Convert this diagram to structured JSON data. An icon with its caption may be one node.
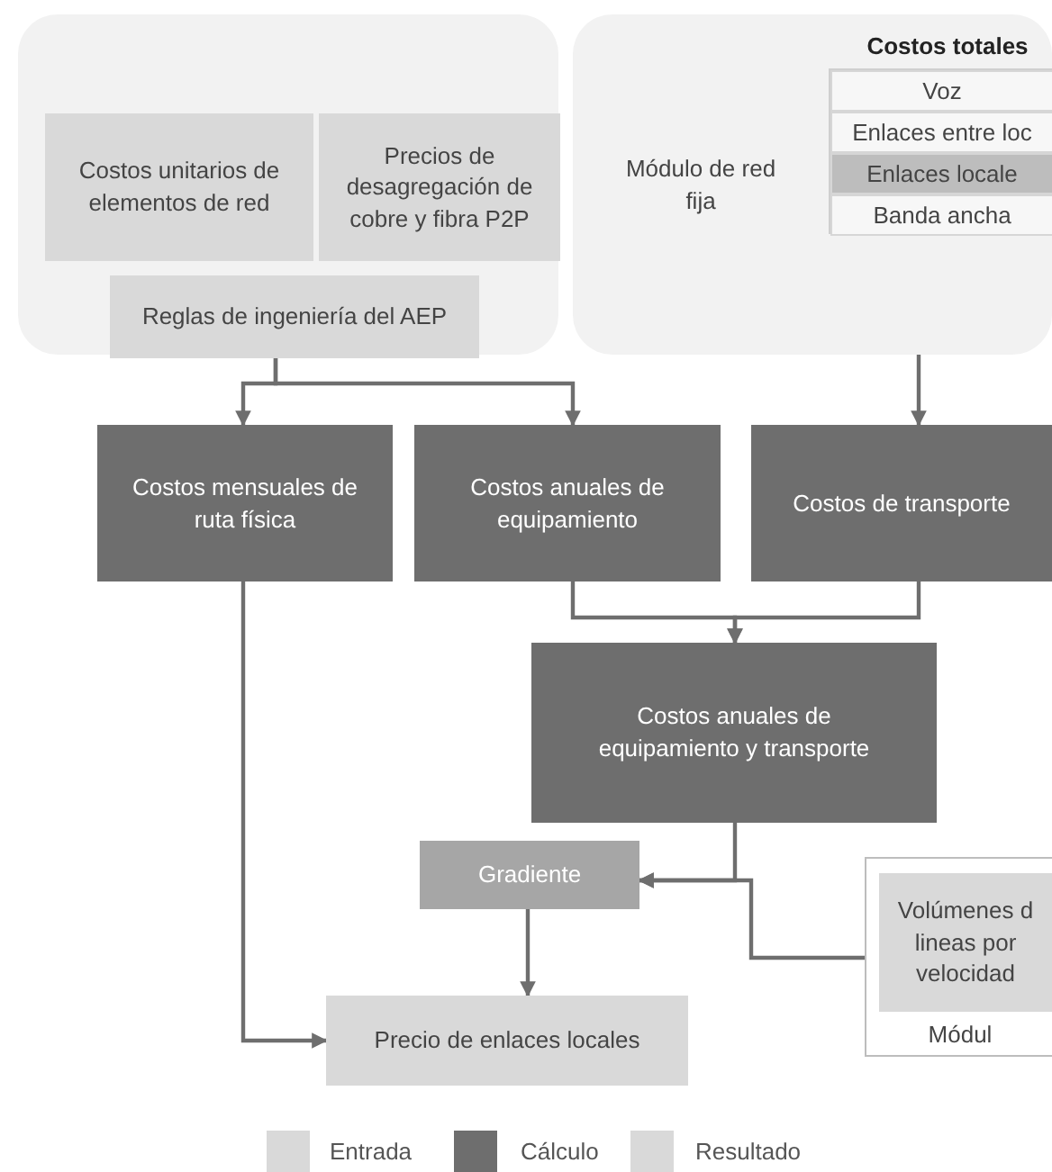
{
  "diagram": {
    "nodes": [
      {
        "text": [],
        "shape": "box"
      },
      {
        "text": [
          "Costos unitarios de elementos de red"
        ],
        "in": 0
      },
      {
        "text": [
          "Precios de desagregación de cobre y fibra P2P"
        ],
        "in": 0
      },
      {
        "text": [
          "Reglas de ingeniería del AEP"
        ],
        "in": 0
      },
      {
        "text": [
          "Módulo de red fija"
        ]
      },
      {
        "text": [
          "Costos totales"
        ],
        "in": 4
      },
      {
        "text": [
          "Voz"
        ],
        "in": 5
      },
      {
        "text": [
          "Enlaces entre loc"
        ],
        "in": 5
      },
      {
        "text": [
          "Enlaces locale"
        ],
        "in": 5
      },
      {
        "text": [
          "Banda ancha"
        ],
        "in": 5
      },
      {
        "text": [
          "Costos mensuales de ruta física"
        ]
      },
      {
        "text": [
          "Costos anuales de equipamiento"
        ]
      },
      {
        "text": [
          "Costos de transporte"
        ]
      },
      {
        "text": [
          "Costos anuales de equipamiento y transporte"
        ]
      },
      {
        "text": [
          "Gradiente"
        ]
      },
      {
        "text": [
          "Módul"
        ]
      },
      {
        "text": [
          "Volúmenes d lineas por velocidad"
        ],
        "in": 15
      },
      {
        "text": [
          "Precio de enlaces locales"
        ]
      }
    ],
    "edges": [
      {
        "from": 3,
        "to": 10,
        "arrow": "to"
      },
      {
        "from": 3,
        "to": 11,
        "arrow": "to"
      },
      {
        "from": 5,
        "to": 12,
        "arrow": "to"
      },
      {
        "from": 11,
        "to": 13,
        "arrow": "to"
      },
      {
        "from": 12,
        "to": 13,
        "arrow": "to"
      },
      {
        "from": 13,
        "to": 14,
        "arrow": "to"
      },
      {
        "from": 15,
        "to": 14,
        "arrow": "to"
      },
      {
        "from": 14,
        "to": 17,
        "arrow": "to"
      },
      {
        "from": 10,
        "to": 17,
        "arrow": "to"
      }
    ],
    "legend": [
      {
        "text": "Entrada",
        "color": "#d9d9d9"
      },
      {
        "text": "Cálculo",
        "color": "#6e6e6e"
      },
      {
        "text": "Resultado",
        "color": "#d9d9d9"
      }
    ]
  }
}
